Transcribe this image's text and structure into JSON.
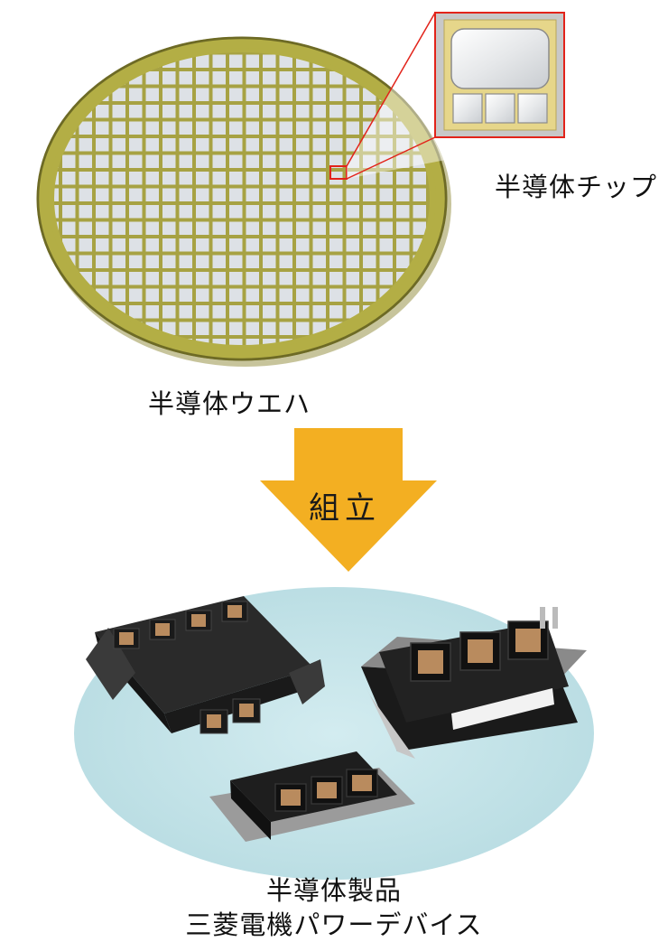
{
  "labels": {
    "wafer": "半導体ウエハ",
    "chip": "半導体チップ",
    "assembly": "組立",
    "product_line1": "半導体製品",
    "product_line2": "三菱電機パワーデバイス"
  },
  "colors": {
    "wafer_base": "#b7b24a",
    "wafer_edge": "#6d6a25",
    "die": "#d9dde2",
    "callout_red": "#e2231a",
    "chip_gold": "#e9d98f",
    "arrow": "#f3af22",
    "background_ellipse": "#bfe0e5",
    "module_body": "#1e1e1e",
    "terminal_copper": "#b98b5e"
  },
  "icons": [
    "power-module-icon",
    "semiconductor-wafer-icon",
    "chip-icon",
    "down-arrow-icon"
  ]
}
